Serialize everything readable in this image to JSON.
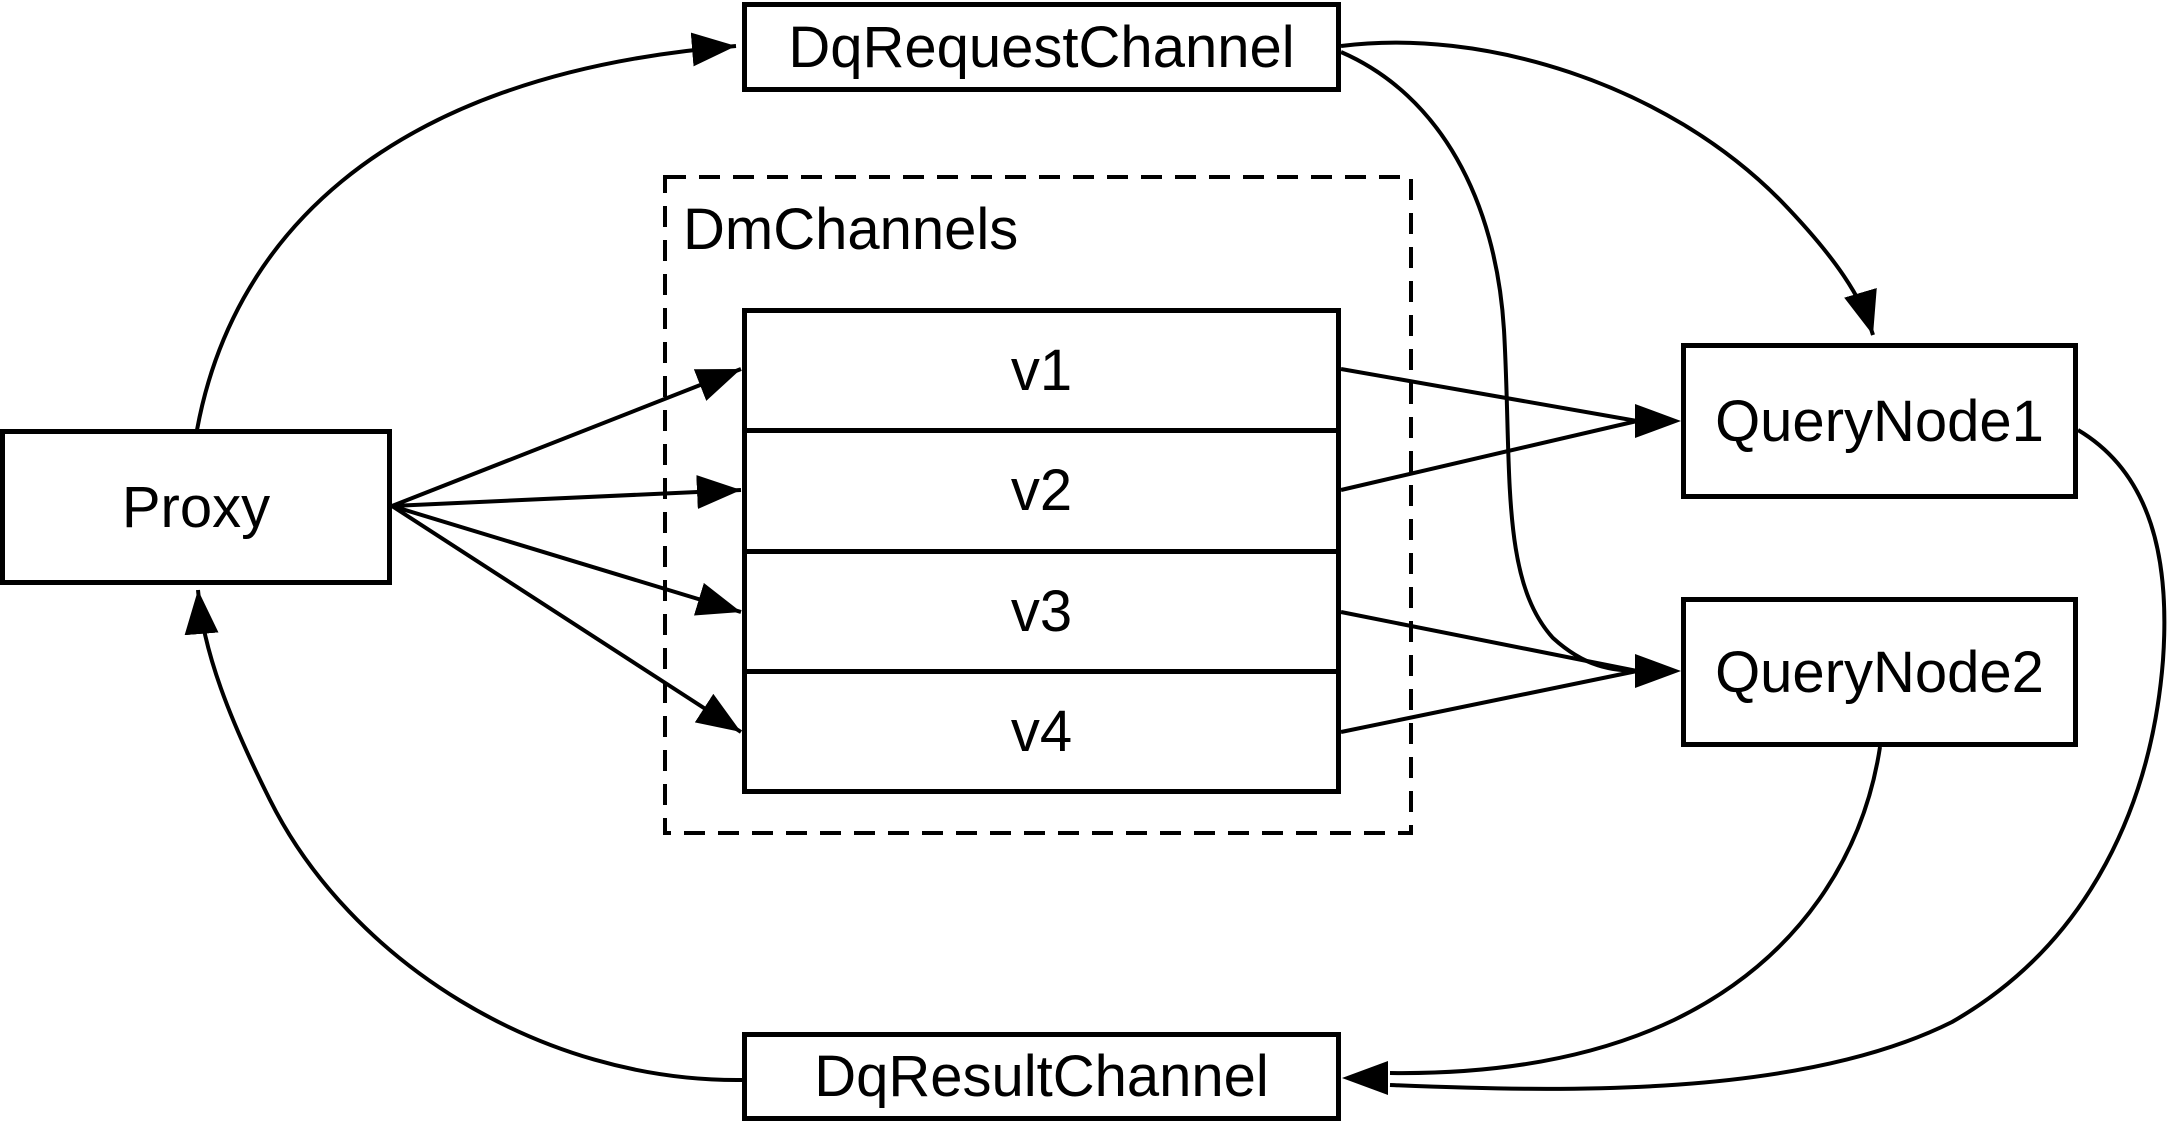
{
  "nodes": {
    "proxy": {
      "label": "Proxy"
    },
    "dq_request_channel": {
      "label": "DqRequestChannel"
    },
    "dm_channels": {
      "label": "DmChannels",
      "rows": [
        "v1",
        "v2",
        "v3",
        "v4"
      ]
    },
    "query_node_1": {
      "label": "QueryNode1"
    },
    "query_node_2": {
      "label": "QueryNode2"
    },
    "dq_result_channel": {
      "label": "DqResultChannel"
    }
  },
  "edges": [
    {
      "from": "Proxy",
      "to": "DqRequestChannel"
    },
    {
      "from": "Proxy",
      "to": "v1"
    },
    {
      "from": "Proxy",
      "to": "v2"
    },
    {
      "from": "Proxy",
      "to": "v3"
    },
    {
      "from": "Proxy",
      "to": "v4"
    },
    {
      "from": "DqRequestChannel",
      "to": "QueryNode1"
    },
    {
      "from": "DqRequestChannel",
      "to": "QueryNode2"
    },
    {
      "from": "v1",
      "to": "QueryNode1"
    },
    {
      "from": "v2",
      "to": "QueryNode1"
    },
    {
      "from": "v3",
      "to": "QueryNode2"
    },
    {
      "from": "v4",
      "to": "QueryNode2"
    },
    {
      "from": "QueryNode1",
      "to": "DqResultChannel"
    },
    {
      "from": "QueryNode2",
      "to": "DqResultChannel"
    },
    {
      "from": "DqResultChannel",
      "to": "Proxy"
    }
  ],
  "colors": {
    "line": "#000000",
    "box_fill": "#ffffff",
    "background": "#ffffff"
  }
}
